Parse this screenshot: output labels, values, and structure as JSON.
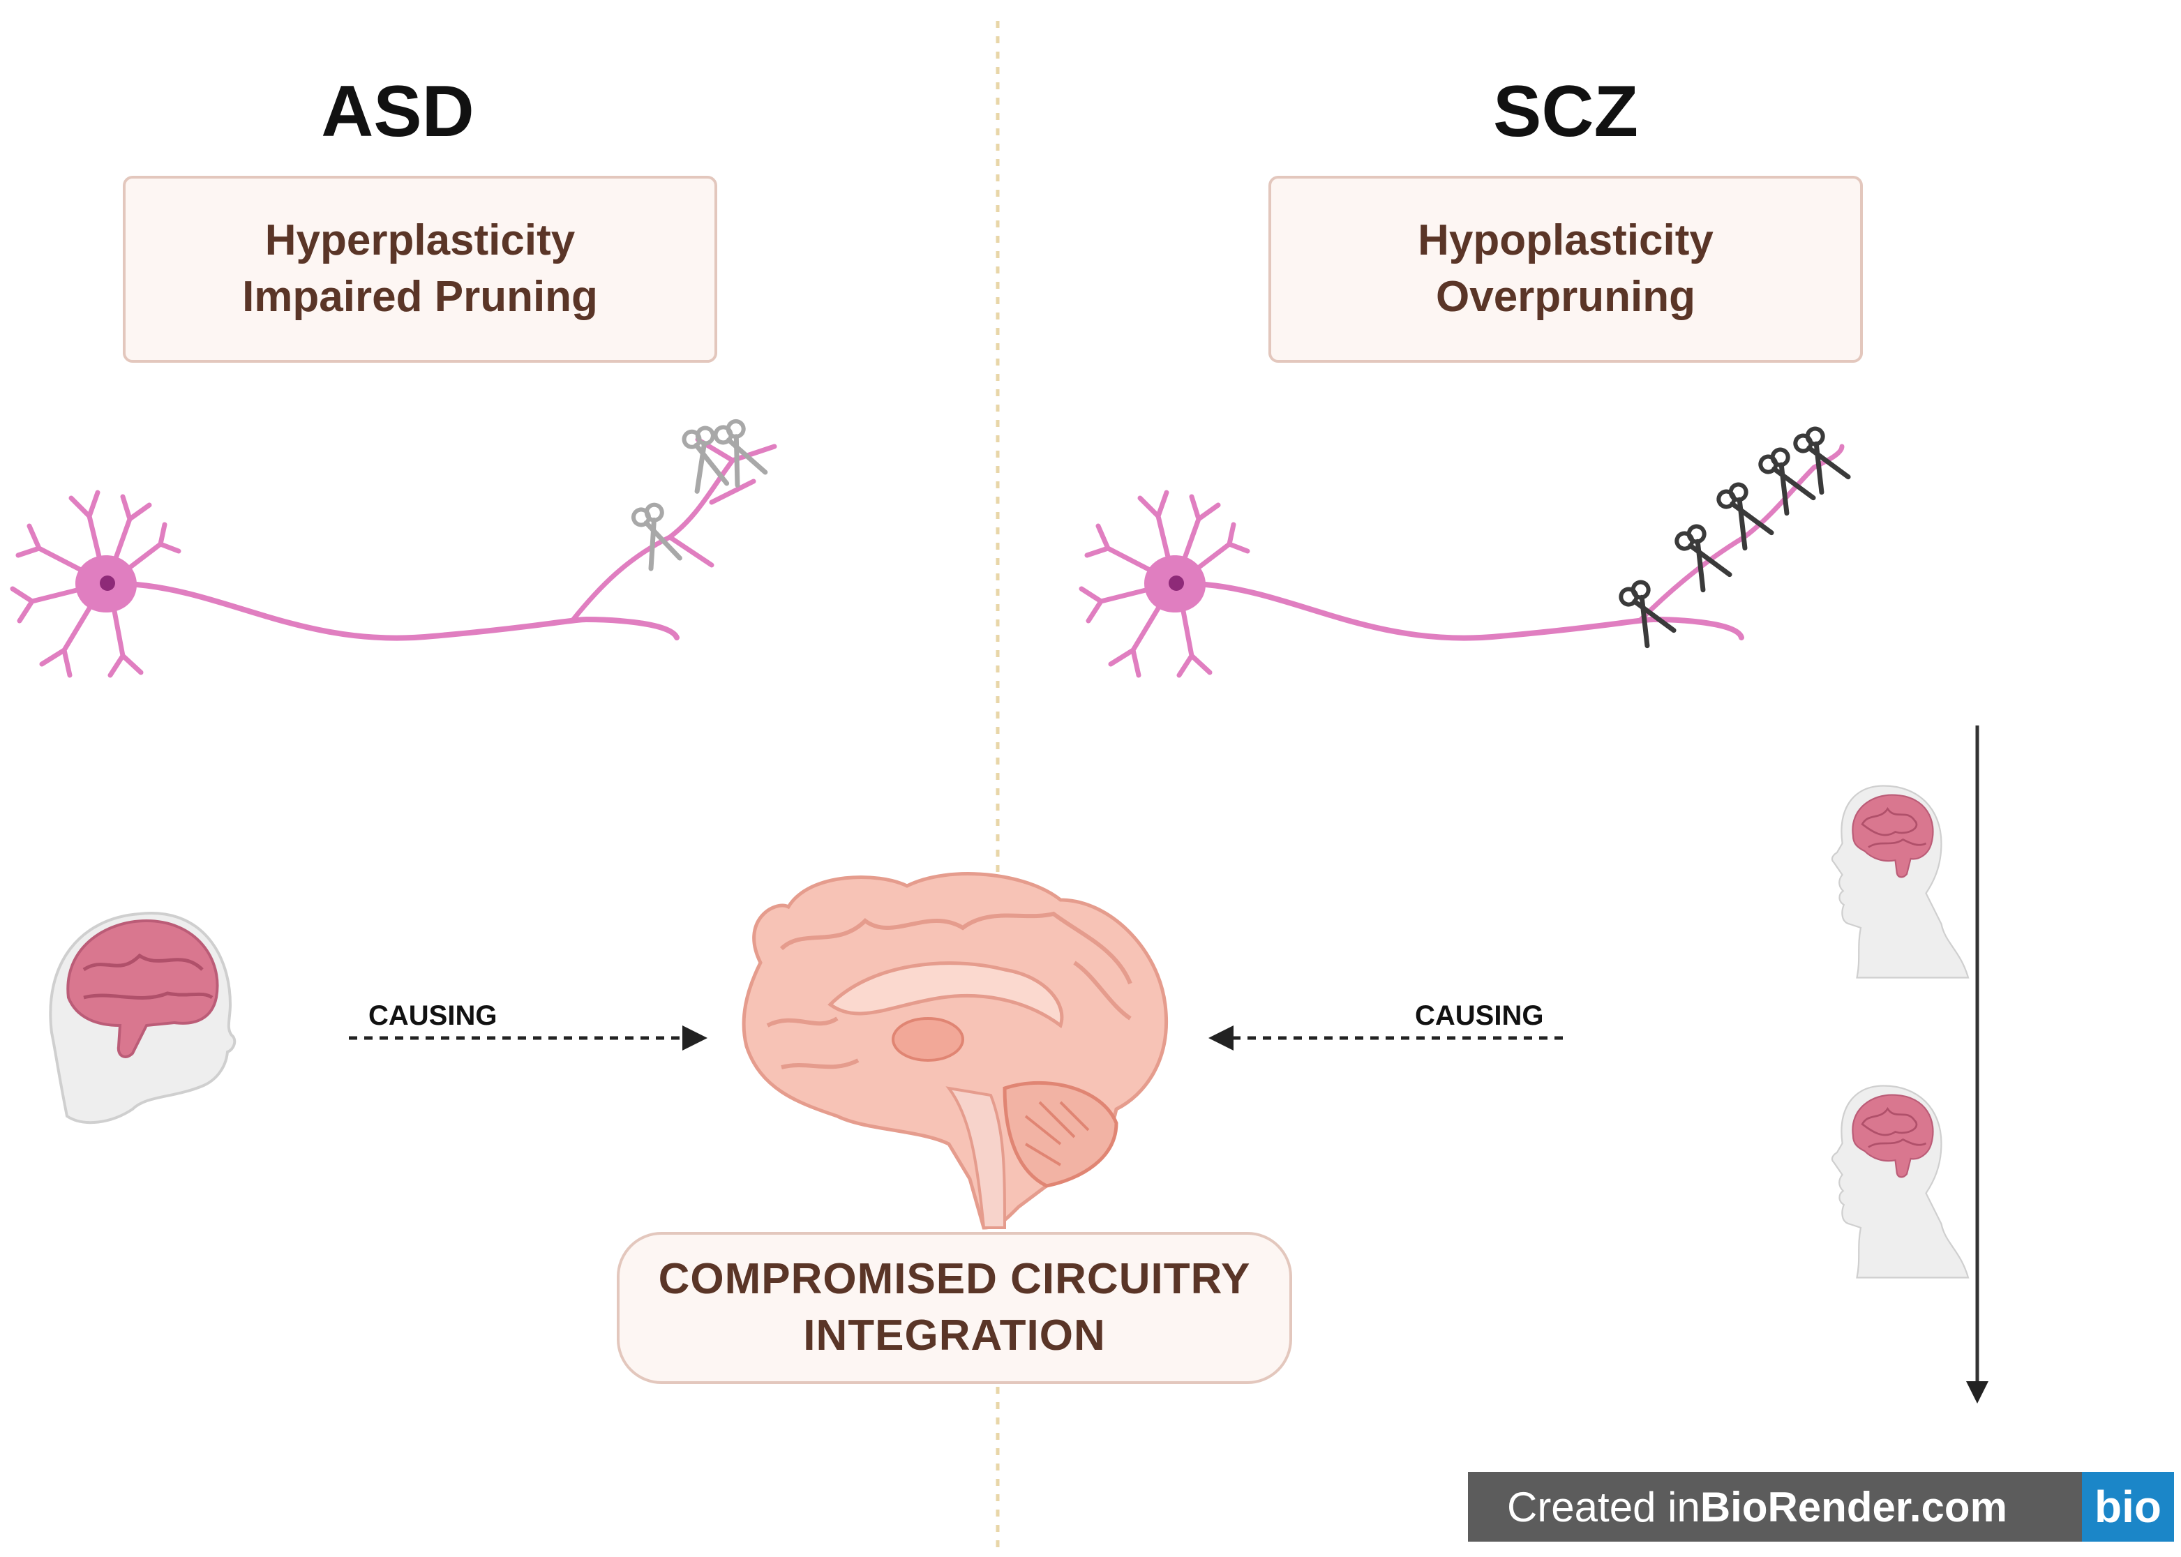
{
  "left": {
    "heading": "ASD",
    "box_line1": "Hyperplasticity",
    "box_line2": "Impaired Pruning",
    "arrow_label": "CAUSING"
  },
  "right": {
    "heading": "SCZ",
    "box_line1": "Hypoplasticity",
    "box_line2": "Overpruning",
    "arrow_label": "CAUSING"
  },
  "center": {
    "outcome_line1": "COMPROMISED CIRCUITRY",
    "outcome_line2": "INTEGRATION"
  },
  "credit": {
    "prefix": "Created in ",
    "brand": "BioRender.com",
    "logo": "bio"
  },
  "colors": {
    "neuron": "#e07ec0",
    "box_fill": "#fdf6f3",
    "box_border": "#e3c7bd",
    "box_text": "#5a3527",
    "divider": "#e8d6a8",
    "brain": "#f4b4aa",
    "credit_bg": "#5c5c5c",
    "credit_logo_bg": "#1b86c8"
  },
  "icons": {
    "neuron": "neuron-icon",
    "scissors": "scissors-icon",
    "infant": "infant-head-brain-icon",
    "adult": "adult-head-brain-icon",
    "brain": "brain-sagittal-icon",
    "time": "timeline-arrow-icon"
  }
}
